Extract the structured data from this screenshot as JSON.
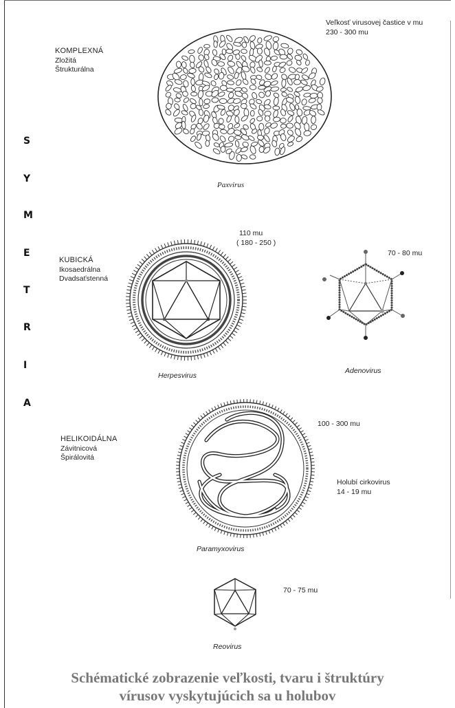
{
  "symetria_letters": [
    "S",
    "Y",
    "M",
    "E",
    "T",
    "R",
    "I",
    "A"
  ],
  "complex": {
    "category": "KOMPLEXNÁ",
    "alt1": "Zložitá",
    "alt2": "Štrukturálna",
    "size_header": "Veľkosť virusovej častice v mu",
    "size": "230 - 300 mu",
    "virus_name": "Paxvirus"
  },
  "cubic": {
    "category": "KUBICKÁ",
    "alt1": "Ikosaedrálna",
    "alt2": "Dvadsaťstenná",
    "herpes_size_1": "110 mu",
    "herpes_size_2": "( 180 - 250 )",
    "herpes_name": "Herpesvirus",
    "adeno_size": "70 - 80  mu",
    "adeno_name": "Adenovirus"
  },
  "helical": {
    "category": "HELIKOIDÁLNA",
    "alt1": "Závitnicová",
    "alt2": "Špirálovitá",
    "size": "100 - 300 mu",
    "circo_name": "Holubí cirkovirus",
    "circo_size": "14 - 19 mu",
    "virus_name": "Paramyxovirus"
  },
  "reo": {
    "size": "70 - 75 mu",
    "virus_name": "Reovirus"
  },
  "caption": {
    "line1": "Schématické zobrazenie veľkosti, tvaru i štruktúry",
    "line2": "vírusov vyskytujúcich sa u holubov"
  }
}
